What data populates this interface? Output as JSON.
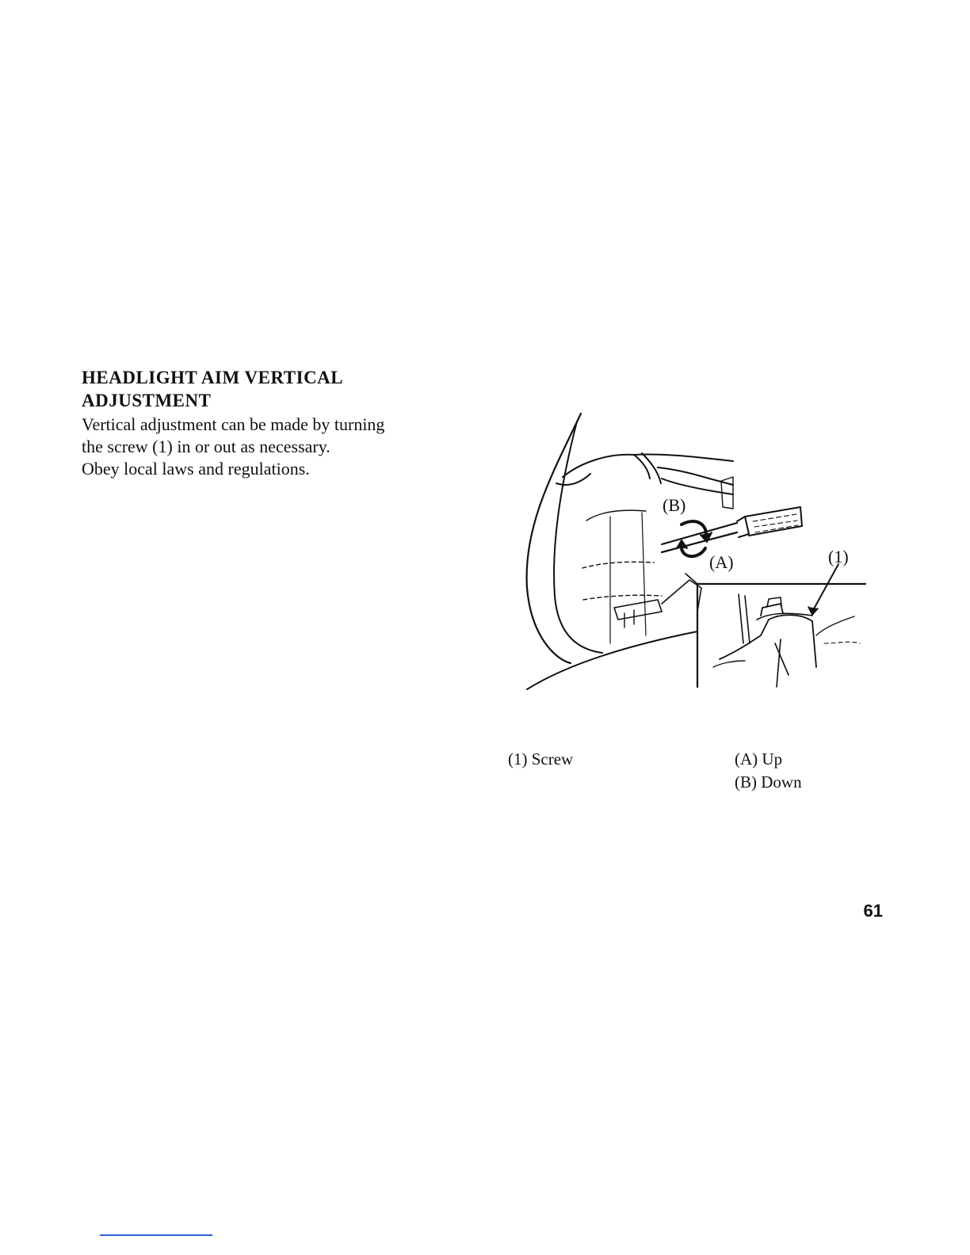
{
  "section": {
    "title_line1": "HEADLIGHT AIM VERTICAL",
    "title_line2": "ADJUSTMENT",
    "paragraph_lines": [
      "Vertical adjustment can be made by turning",
      "the screw (1) in or out as necessary.",
      "Obey local laws and regulations."
    ]
  },
  "figure": {
    "callout_screw": "(1)",
    "callout_up": "(A)",
    "callout_down": "(B)"
  },
  "captions": {
    "screw": "(1) Screw",
    "up": "(A) Up",
    "down": "(B) Down"
  },
  "page_number": "61"
}
